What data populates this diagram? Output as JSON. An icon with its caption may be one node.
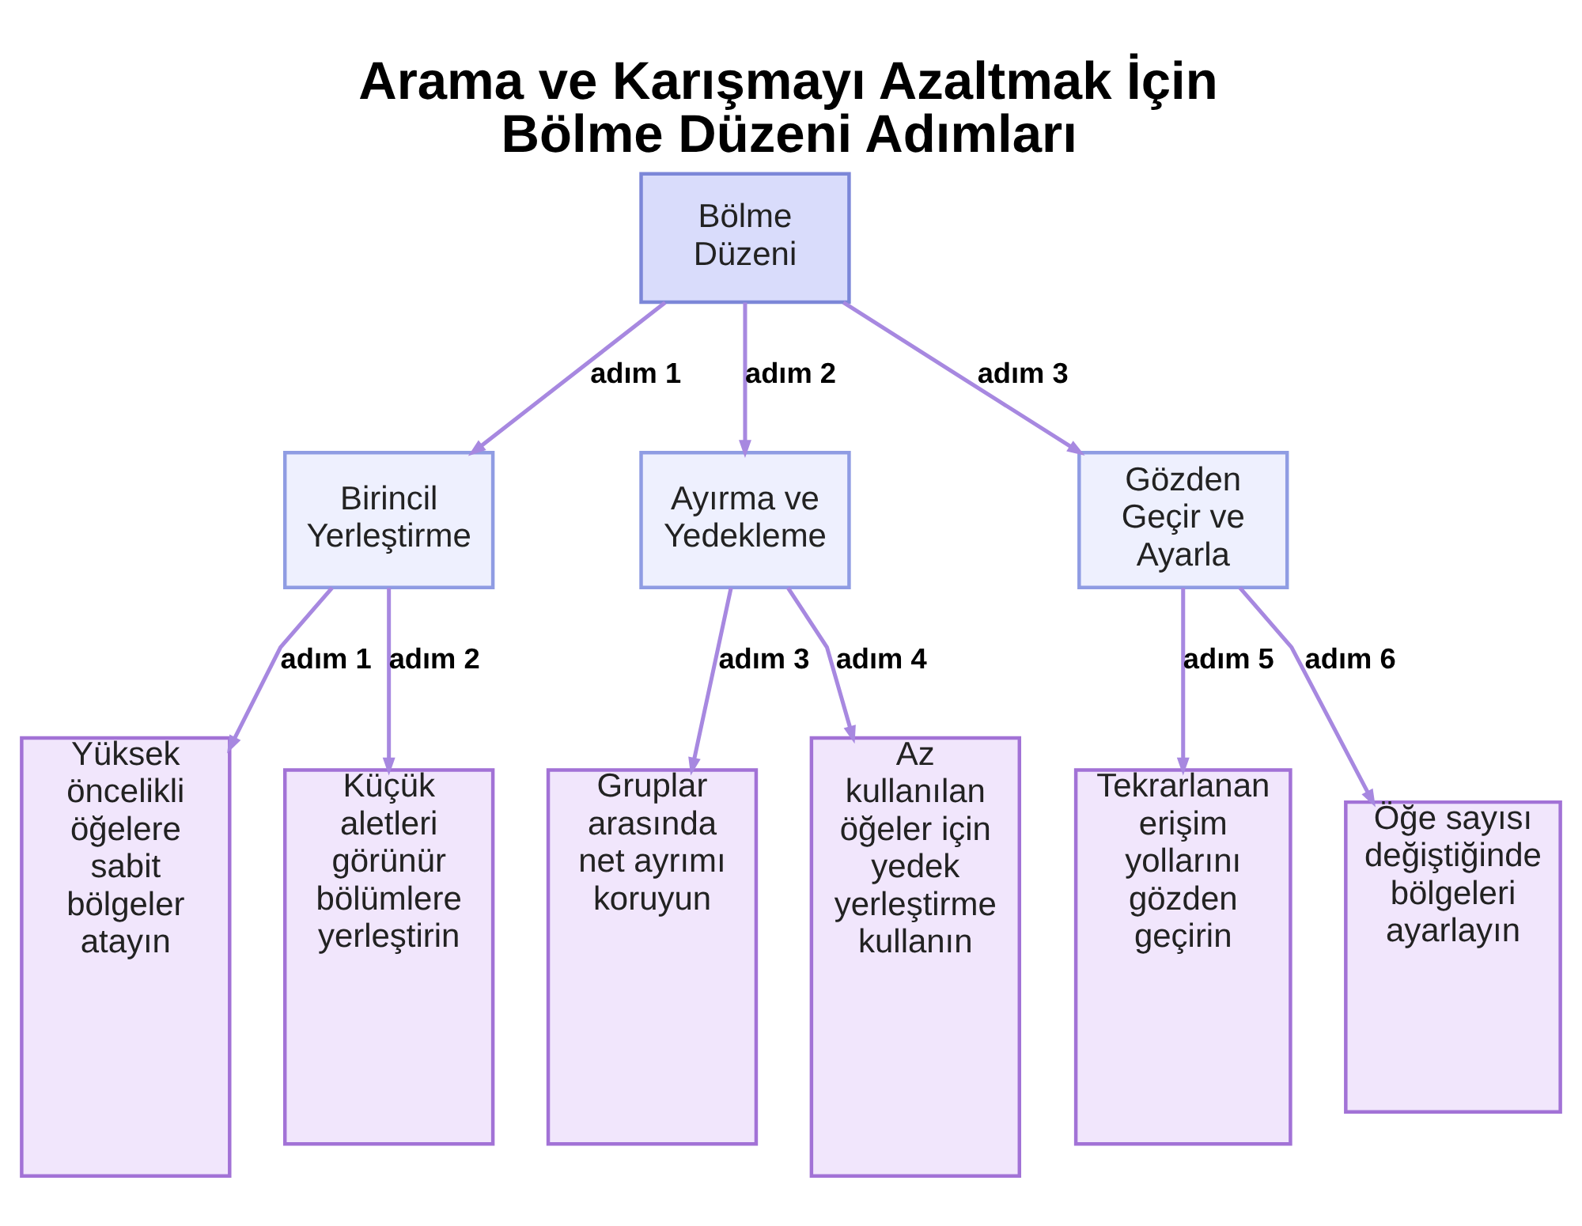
{
  "diagram": {
    "title": "Arama ve Karışmayı Azaltmak İçin Bölme Düzeni Adımları",
    "nodes": [
      {
        "text": [
          "Bölme Düzeni"
        ]
      },
      {
        "text": [
          "Birincil Yerleştirme"
        ]
      },
      {
        "text": [
          "Ayırma ve Yedekleme"
        ]
      },
      {
        "text": [
          "Gözden Geçir ve Ayarla"
        ]
      },
      {
        "text": [
          "Yüksek öncelikli öğelere sabit bölgeler atayın"
        ]
      },
      {
        "text": [
          "Küçük aletleri görünür bölümlere yerleştirin"
        ]
      },
      {
        "text": [
          "Gruplar arasında net ayrımı koruyun"
        ]
      },
      {
        "text": [
          "Az kullanılan öğeler için yedek yerleştirme kullanın"
        ]
      },
      {
        "text": [
          "Tekrarlanan erişim yollarını gözden geçirin"
        ]
      },
      {
        "text": [
          "Öğe sayısı değiştiğinde bölgeleri ayarlayın"
        ]
      }
    ],
    "edges": [
      {
        "from": 0,
        "to": 1,
        "arrow": "to",
        "label": "adım 1"
      },
      {
        "from": 0,
        "to": 2,
        "arrow": "to",
        "label": "adım 2"
      },
      {
        "from": 0,
        "to": 3,
        "arrow": "to",
        "label": "adım 3"
      },
      {
        "from": 1,
        "to": 4,
        "arrow": "to",
        "label": "adım 1"
      },
      {
        "from": 1,
        "to": 5,
        "arrow": "to",
        "label": "adım 2"
      },
      {
        "from": 2,
        "to": 6,
        "arrow": "to",
        "label": "adım 3"
      },
      {
        "from": 2,
        "to": 7,
        "arrow": "to",
        "label": "adım 4"
      },
      {
        "from": 3,
        "to": 8,
        "arrow": "to",
        "label": "adım 5"
      },
      {
        "from": 3,
        "to": 9,
        "arrow": "to",
        "label": "adım 6"
      }
    ]
  }
}
